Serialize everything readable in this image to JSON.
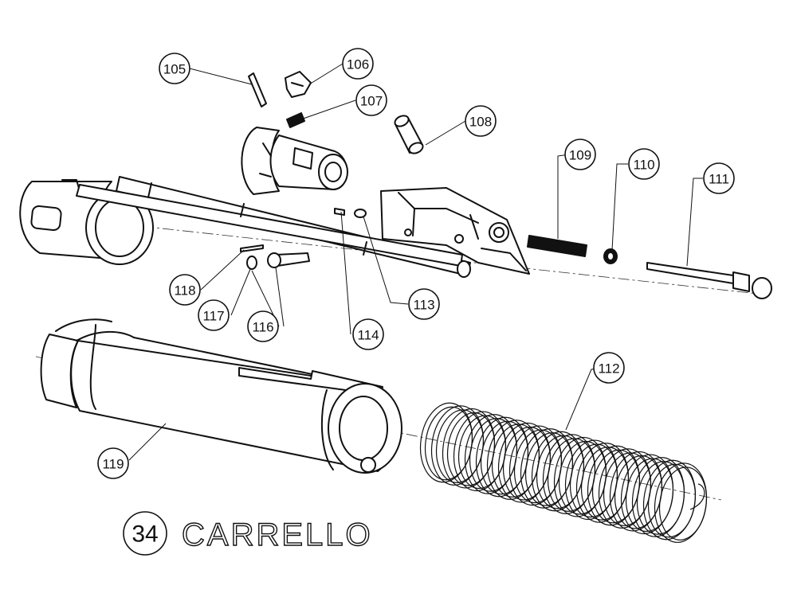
{
  "title": {
    "number": "34",
    "text": "CARRELLO"
  },
  "callouts": [
    {
      "id": "c105",
      "label": "105"
    },
    {
      "id": "c106",
      "label": "106"
    },
    {
      "id": "c107",
      "label": "107"
    },
    {
      "id": "c108",
      "label": "108"
    },
    {
      "id": "c109",
      "label": "109"
    },
    {
      "id": "c110",
      "label": "110"
    },
    {
      "id": "c111",
      "label": "111"
    },
    {
      "id": "c112",
      "label": "112"
    },
    {
      "id": "c113",
      "label": "113"
    },
    {
      "id": "c114",
      "label": "114"
    },
    {
      "id": "c116",
      "label": "116"
    },
    {
      "id": "c117",
      "label": "117"
    },
    {
      "id": "c118",
      "label": "118"
    },
    {
      "id": "c119",
      "label": "119"
    }
  ],
  "colors": {
    "ink": "#111111",
    "paper": "#ffffff"
  }
}
